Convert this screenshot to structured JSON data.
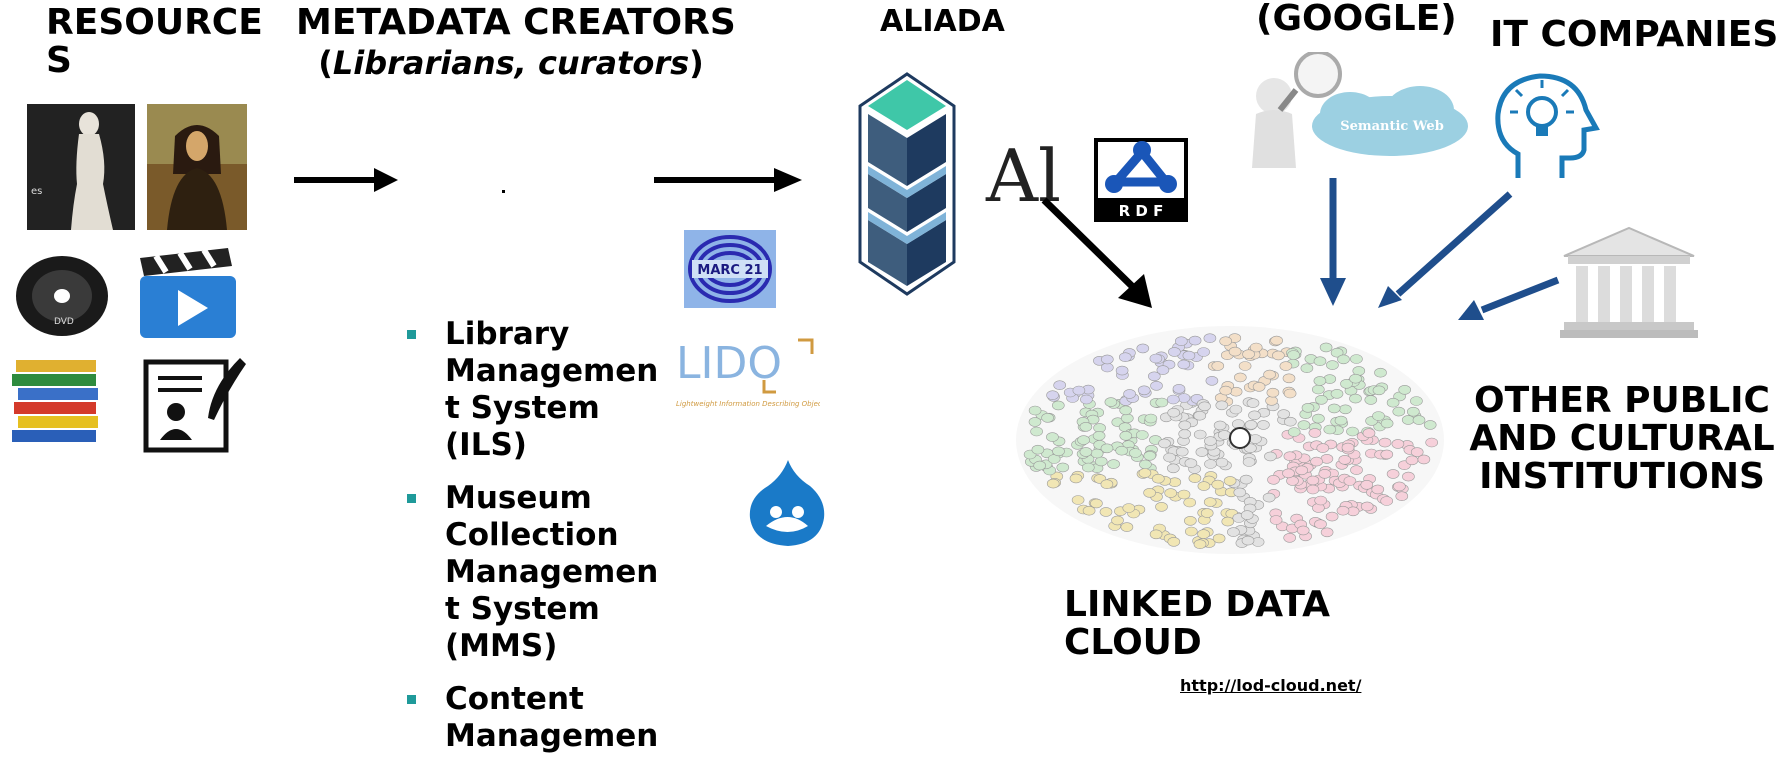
{
  "resources": {
    "title": "RESOURCES"
  },
  "metadata": {
    "title": "METADATA CREATORS",
    "sub_open": "(",
    "sub_italic": "Librarians, curators",
    "sub_close": ")"
  },
  "aliada": {
    "title": "ALIADA",
    "logo_text": "Al"
  },
  "google": {
    "title": "(GOOGLE)",
    "cloud_text": "Semantic Web"
  },
  "it": {
    "title": "IT COMPANIES"
  },
  "other": {
    "title": "OTHER  PUBLIC AND CULTURAL INSTITUTIONS"
  },
  "systems": [
    {
      "label": "Library Managemen t System (ILS)"
    },
    {
      "label": "Museum Collection Managemen t System (MMS)"
    },
    {
      "label": "Content Managemen"
    }
  ],
  "logos": {
    "marc": "MARC 21",
    "lido": "LIDO",
    "lido_sub": "Lightweight Information Describing Objects",
    "rdf": "R D F",
    "dvd": "DVD"
  },
  "lod": {
    "title": "LINKED DATA CLOUD",
    "url": "http://lod-cloud.net/"
  },
  "colors": {
    "arrow_black": "#000000",
    "arrow_blue": "#1f4e8c",
    "aliada_teal": "#3fc7a8",
    "aliada_navy": "#1e3a5f",
    "bullet": "#1f9a9a"
  }
}
